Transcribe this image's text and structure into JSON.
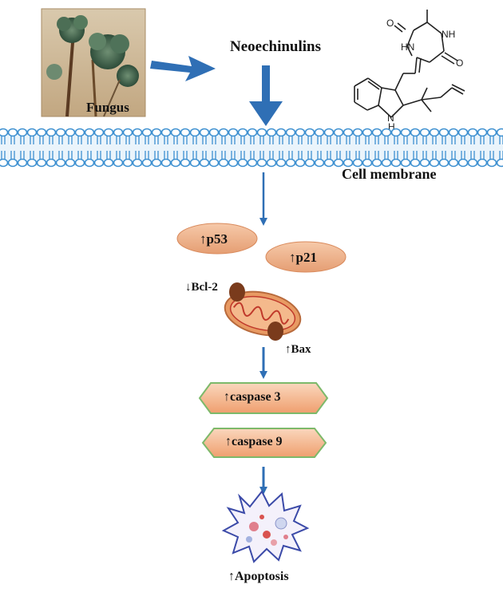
{
  "labels": {
    "fungus": "Fungus",
    "compound": "Neoechinulins",
    "membrane": "Cell membrane",
    "p53": "↑p53",
    "p21": "↑p21",
    "bcl2": "↓Bcl-2",
    "bax": "↑Bax",
    "caspase3": "↑caspase 3",
    "caspase9": "↑caspase 9",
    "apoptosis": "↑Apoptosis"
  },
  "molecule_atoms": [
    "O",
    "NH",
    "HN",
    "O",
    "N",
    "H"
  ],
  "colors": {
    "arrow_blue": "#2f6fb5",
    "membrane_blue": "#3c8fd0",
    "protein_fill": "#f1b48f",
    "mito_outer": "#d9874f",
    "mito_inner": "#c0392b",
    "bcl_bax_dot": "#7a3b1c",
    "caspase_fill": "#f6c4a2",
    "caspase_border": "#8cc07a",
    "cell_outline": "#3b4aa8"
  }
}
